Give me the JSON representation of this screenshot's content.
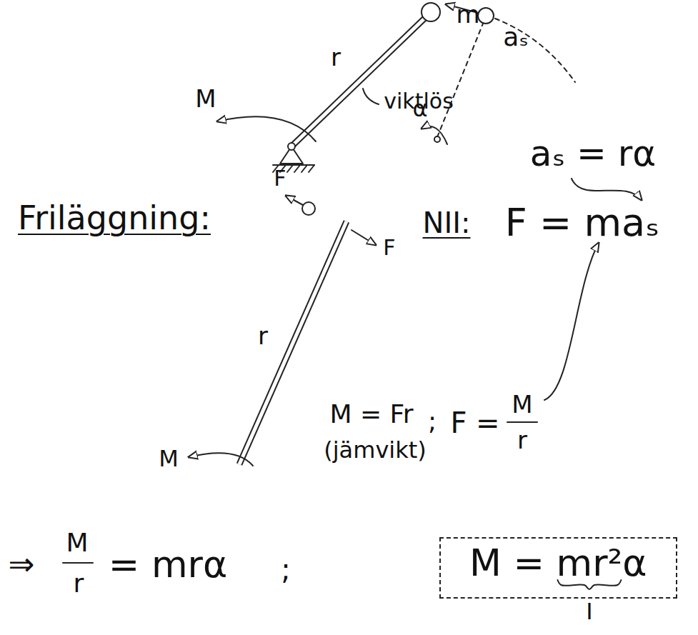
{
  "diagram": {
    "nodes": [
      {
        "text": [
          "M = mr²α",
          "I"
        ]
      }
    ],
    "labels": [
      "m",
      "aₛ",
      "r",
      "viktlös",
      "M",
      "α",
      "aₛ = rα",
      "F",
      "Friläggning:",
      "NII:",
      "F = maₛ",
      "F",
      "r",
      "M = Fr",
      ";",
      "F =",
      "M",
      "r",
      "(jämvikt)",
      "M",
      "⇒",
      "M",
      "r",
      "= mrα",
      ";"
    ]
  }
}
